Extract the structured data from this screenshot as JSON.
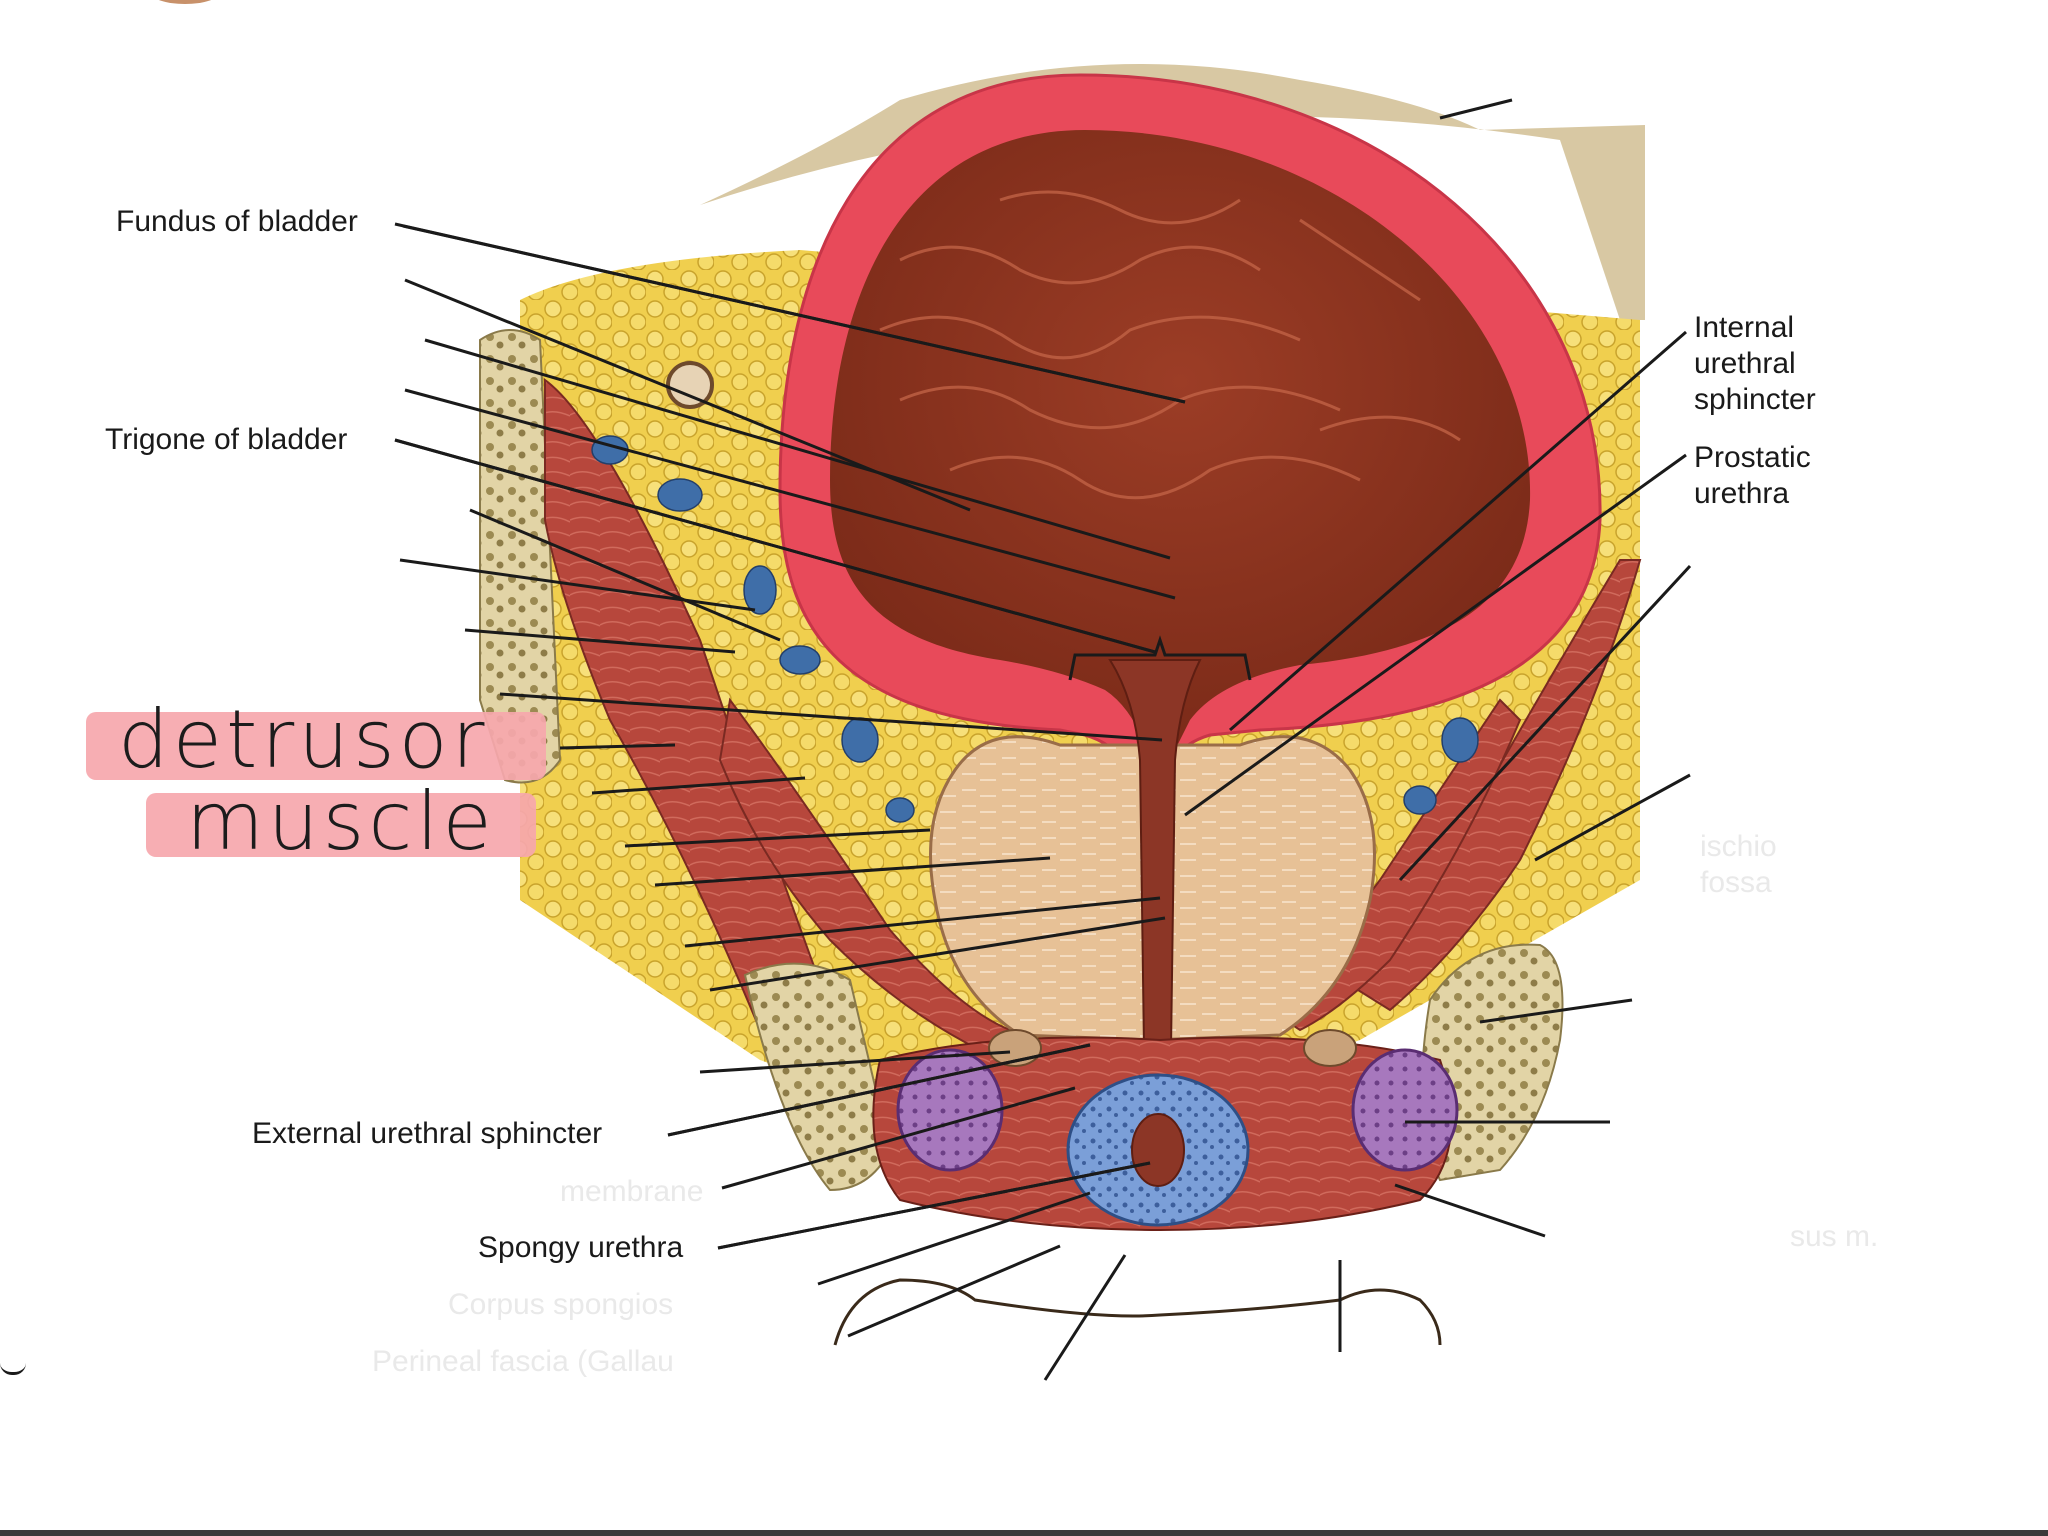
{
  "labels": {
    "fundus": "Fundus of bladder",
    "trigone": "Trigone of bladder",
    "ext_sphincter": "External urethral sphincter",
    "spongy": "Spongy urethra",
    "internal_sphincter": "Internal\nurethral\nsphincter",
    "prostatic": "Prostatic\nurethra"
  },
  "faded_labels": {
    "membrane": "membrane",
    "corpus": "Corpus spongios",
    "perineal": "Perineal fascia (Gallau",
    "ischio": "ischio",
    "fossa": "fossa",
    "sus": "sus m."
  },
  "annotation": {
    "line1": "detrusor",
    "line2": "muscle",
    "highlight_color": "#f6a7ad"
  },
  "colors": {
    "bladder_wall": "#e84a5a",
    "lumen": "#8a3220",
    "fat": "#f2d35a",
    "vein": "#3f6ea8",
    "muscle": "#b8483e",
    "prostate": "#e4b98c",
    "bone": "#e8dcb5",
    "spongiosum": "#7a9ed6",
    "bulb": "#9b6ab0"
  }
}
